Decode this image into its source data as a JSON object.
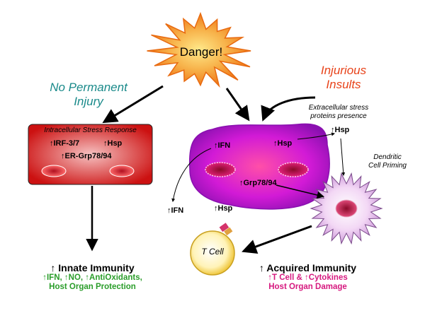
{
  "danger": {
    "label": "Danger!"
  },
  "no_injury": {
    "line1": "No Permanent",
    "line2": "Injury",
    "color": "#1a8a8a"
  },
  "injurious": {
    "line1": "Injurious",
    "line2": "Insults",
    "color": "#e8431a"
  },
  "intracellular": {
    "title": "Intracellular Stress Response",
    "irf": "↑IRF-3/7",
    "hsp": "↑Hsp",
    "er": "↑ER-Grp78/94",
    "fill_dark": "#cc1111",
    "fill_light": "#f6c1c1"
  },
  "cell": {
    "ifn": "↑IFN",
    "hsp": "↑Hsp",
    "grp": "↑Grp78/94",
    "fill": "#d21ad6"
  },
  "extracellular": {
    "line1": "Extracellular stress",
    "line2": "proteins presence",
    "hsp": "↑Hsp"
  },
  "dendritic": {
    "line1": "Dendritic",
    "line2": "Cell Priming"
  },
  "floating": {
    "ifn": "↑IFN",
    "hsp": "↑Hsp"
  },
  "tcell": {
    "label": "T Cell"
  },
  "innate": {
    "title": "↑ Innate Immunity",
    "line1": "↑IFN, ↑NO, ↑AntiOxidants,",
    "line2": "Host Organ Protection",
    "color": "#2a9d2a"
  },
  "acquired": {
    "title": "↑ Acquired Immunity",
    "line1": "↑T Cell & ↑Cytokines",
    "line2": "Host Organ Damage",
    "color": "#d6197f"
  }
}
